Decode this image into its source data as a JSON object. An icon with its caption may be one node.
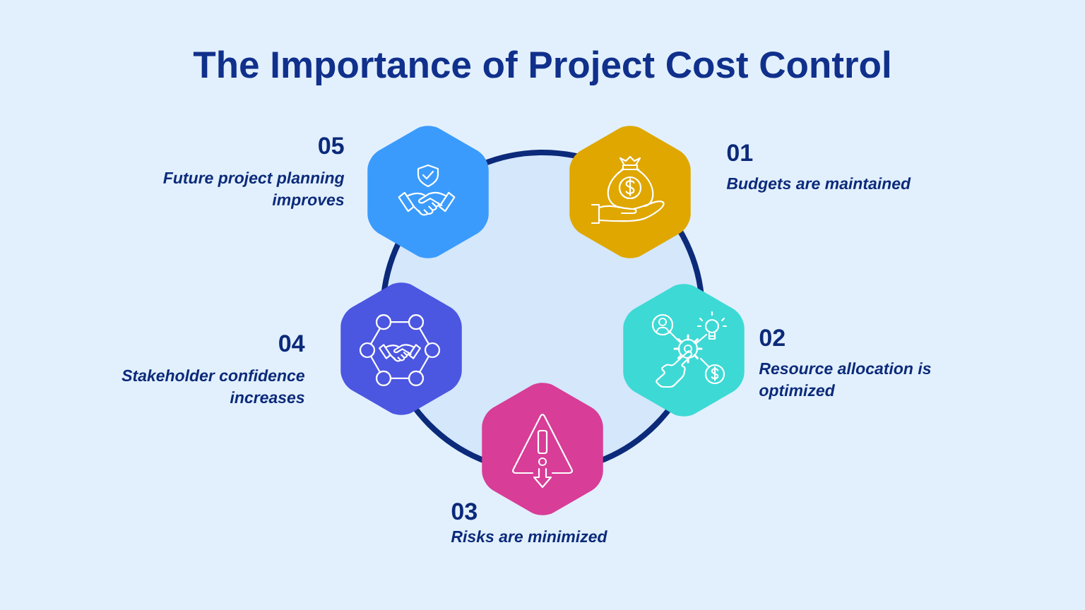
{
  "diagram": {
    "title": "The Importance of Project Cost Control",
    "nodes": [
      {
        "text": [],
        "shape": "hexagon",
        "beside": [
          "01",
          "Budgets are maintained"
        ]
      },
      {
        "text": [],
        "shape": "hexagon",
        "beside": [
          "02",
          "Resource allocation is optimized"
        ]
      },
      {
        "text": [],
        "shape": "hexagon",
        "beside": [
          "03",
          "Risks are minimized"
        ]
      },
      {
        "text": [],
        "shape": "hexagon",
        "beside": [
          "04",
          "Stakeholder confidence increases"
        ]
      },
      {
        "text": [],
        "shape": "hexagon",
        "beside": [
          "05",
          "Future project planning improves"
        ]
      }
    ]
  }
}
